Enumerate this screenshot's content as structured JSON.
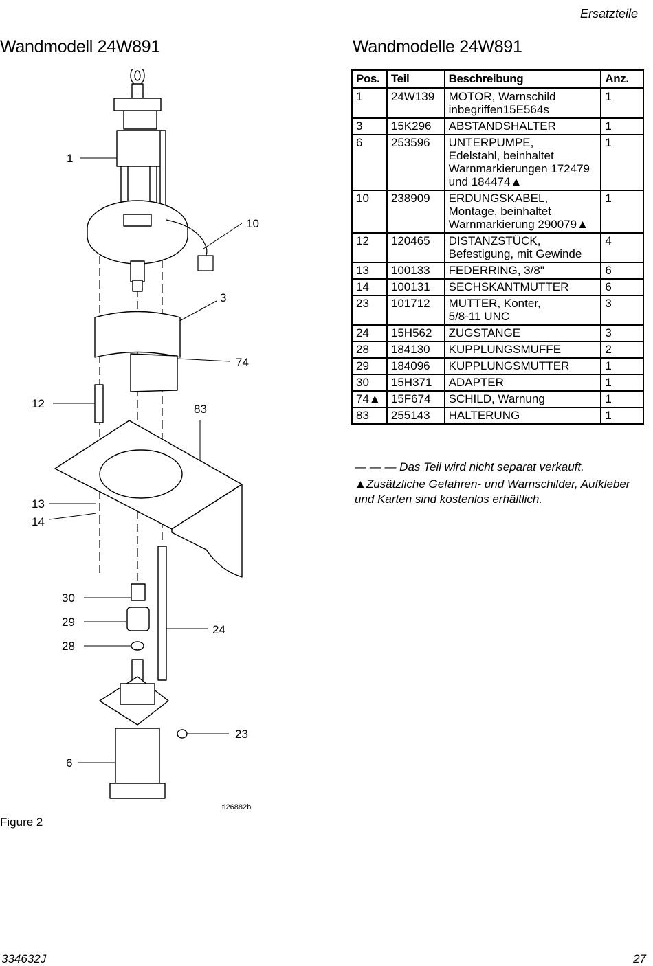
{
  "header": {
    "section": "Ersatzteile"
  },
  "left": {
    "title": "Wandmodell 24W891"
  },
  "right": {
    "title": "Wandmodelle 24W891"
  },
  "table": {
    "headers": [
      "Pos.",
      "Teil",
      "Beschreibung",
      "Anz."
    ],
    "rows": [
      [
        "1",
        "24W139",
        "MOTOR, Warnschild\ninbegriffen15E564s",
        "1"
      ],
      [
        "3",
        "15K296",
        "ABSTANDSHALTER",
        "1"
      ],
      [
        "6",
        "253596",
        "UNTERPUMPE,\nEdelstahl, beinhaltet\nWarnmarkierungen 172479\nund 184474▲",
        "1"
      ],
      [
        "10",
        "238909",
        "ERDUNGSKABEL,\nMontage, beinhaltet\nWarnmarkierung 290079▲",
        "1"
      ],
      [
        "12",
        "120465",
        "DISTANZSTÜCK,\nBefestigung, mit Gewinde",
        "4"
      ],
      [
        "13",
        "100133",
        "FEDERRING, 3/8\"",
        "6"
      ],
      [
        "14",
        "100131",
        "SECHSKANTMUTTER",
        "6"
      ],
      [
        "23",
        "101712",
        "MUTTER, Konter,\n5/8-11 UNC",
        "3"
      ],
      [
        "24",
        "15H562",
        "ZUGSTANGE",
        "3"
      ],
      [
        "28",
        "184130",
        "KUPPLUNGSMUFFE",
        "2"
      ],
      [
        "29",
        "184096",
        "KUPPLUNGSMUTTER",
        "1"
      ],
      [
        "30",
        "15H371",
        "ADAPTER",
        "1"
      ],
      [
        "74▲",
        "15F674",
        "SCHILD, Warnung",
        "1"
      ],
      [
        "83",
        "255143",
        "HALTERUNG",
        "1"
      ]
    ]
  },
  "notes": {
    "not_sold_separately": "— — — Das Teil wird nicht separat verkauft.",
    "free_labels": "▲Zusätzliche Gefahren- und Warnschilder, Aufkleber und Karten sind kostenlos erhältlich."
  },
  "diagram": {
    "callouts": [
      "1",
      "10",
      "3",
      "74",
      "12",
      "83",
      "13",
      "14",
      "30",
      "29",
      "24",
      "28",
      "23",
      "6"
    ],
    "image_id": "ti26882b"
  },
  "figure": {
    "caption": "Figure 2"
  },
  "footer": {
    "doc_number": "334632J",
    "page": "27"
  }
}
